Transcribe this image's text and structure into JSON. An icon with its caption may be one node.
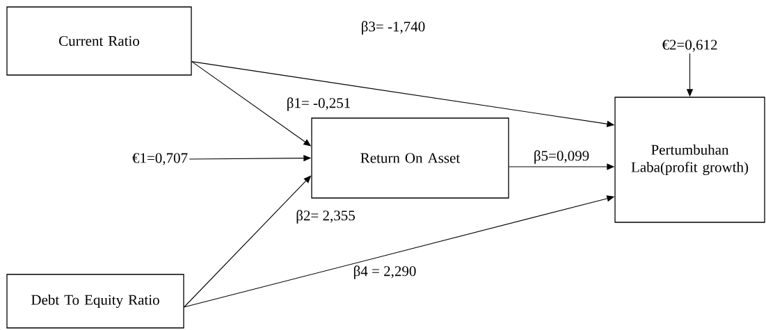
{
  "diagram": {
    "nodes": [
      {
        "text": [
          "Current Ratio"
        ]
      },
      {
        "text": [
          "Return On Asset"
        ]
      },
      {
        "text": [
          "Pertumbuhan Laba(profit growth)"
        ]
      },
      {
        "text": [
          "Debt To Equity Ratio"
        ]
      },
      {
        "text": [
          "€1=0,707"
        ]
      },
      {
        "text": [
          "€2=0,612"
        ]
      }
    ],
    "edges": [
      {
        "from": 0,
        "to": 2,
        "arrow": "to",
        "label": "β3= -1,740"
      },
      {
        "from": 0,
        "to": 1,
        "arrow": "to",
        "label": "β1= -0,251"
      },
      {
        "from": 4,
        "to": 1,
        "arrow": "to"
      },
      {
        "from": 1,
        "to": 2,
        "arrow": "to",
        "label": "β5=0,099"
      },
      {
        "from": 3,
        "to": 1,
        "arrow": "to",
        "label": "β2= 2,355"
      },
      {
        "from": 3,
        "to": 2,
        "arrow": "to",
        "label": "β4 = 2,290"
      },
      {
        "from": 5,
        "to": 2,
        "arrow": "to"
      }
    ]
  }
}
